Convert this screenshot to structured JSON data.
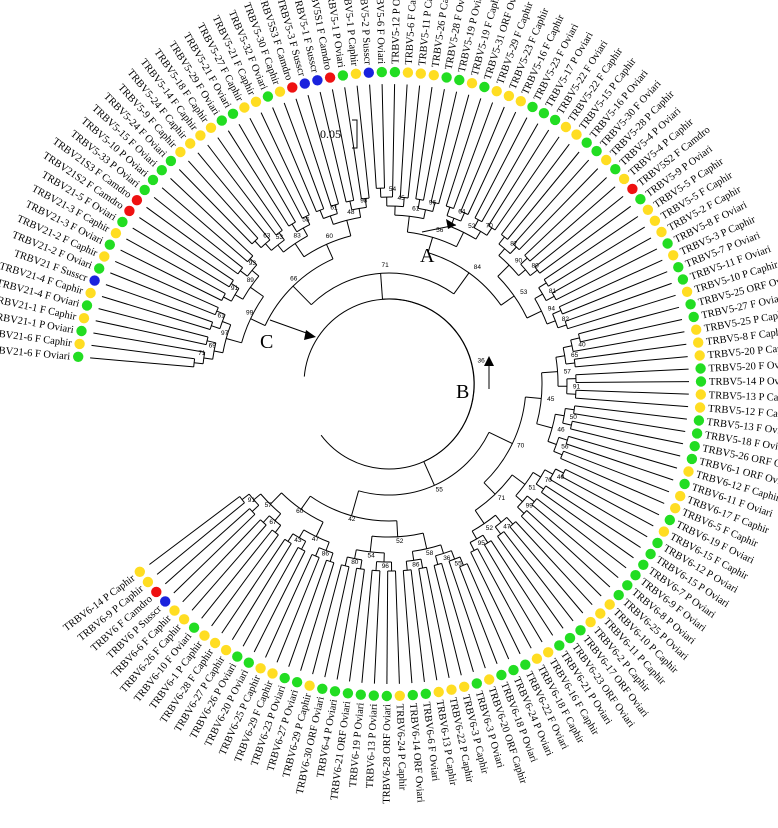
{
  "colors": {
    "Oviari": "#22dd22",
    "Caphir": "#ffdd22",
    "Susscr": "#1a22dd",
    "Camdro": "#ee1111",
    "branch": "#000000"
  },
  "scale_bar": {
    "label": "0.05"
  },
  "clade_labels": [
    "A",
    "B",
    "C"
  ],
  "leaves": [
    {
      "label": "TRBV21-6 F Oviari",
      "sp": "Oviari"
    },
    {
      "label": "TRBV21-6 F Caphir",
      "sp": "Caphir"
    },
    {
      "label": "TRBV21-1 P Oviari",
      "sp": "Oviari"
    },
    {
      "label": "TRBV21-1 F Caphir",
      "sp": "Caphir"
    },
    {
      "label": "TRBV21-4 F Oviari",
      "sp": "Oviari"
    },
    {
      "label": "TRBV21-4 F Caphir",
      "sp": "Caphir"
    },
    {
      "label": "TRBV21 F Susscr",
      "sp": "Susscr"
    },
    {
      "label": "TRBV21-2 F Oviari",
      "sp": "Oviari"
    },
    {
      "label": "TRBV21-2 F Caphir",
      "sp": "Caphir"
    },
    {
      "label": "TRBV21-3 F Oviari",
      "sp": "Oviari"
    },
    {
      "label": "TRBV21-3 F Caphir",
      "sp": "Caphir"
    },
    {
      "label": "TRBV21-5 F Oviari",
      "sp": "Oviari"
    },
    {
      "label": "TRBV21S2 F Camdro",
      "sp": "Camdro"
    },
    {
      "label": "TRBV21S3 F Camdro",
      "sp": "Camdro"
    },
    {
      "label": "TRBV5-33 P Oviari",
      "sp": "Oviari"
    },
    {
      "label": "TRBV5-10 P Oviari",
      "sp": "Oviari"
    },
    {
      "label": "TRBV5-15 F Oviari",
      "sp": "Oviari"
    },
    {
      "label": "TRBV5-24 F Oviari",
      "sp": "Oviari"
    },
    {
      "label": "TRBV5-9 F Caphir",
      "sp": "Caphir"
    },
    {
      "label": "TRBV5-24 F Caphir",
      "sp": "Caphir"
    },
    {
      "label": "TRBV5-14 F Caphir",
      "sp": "Caphir"
    },
    {
      "label": "TRBV5-18 F Caphir",
      "sp": "Caphir"
    },
    {
      "label": "TRBV5-29 F Oviari",
      "sp": "Oviari"
    },
    {
      "label": "TRBV5-21 F Oviari",
      "sp": "Oviari"
    },
    {
      "label": "TRBV5-27 F Caphir",
      "sp": "Caphir"
    },
    {
      "label": "TRBV5-21 F Caphir",
      "sp": "Caphir"
    },
    {
      "label": "TRBV5-32 F Oviari",
      "sp": "Oviari"
    },
    {
      "label": "TRBV5-30 F Caphir",
      "sp": "Caphir"
    },
    {
      "label": "TRBV5S3 F Camdro",
      "sp": "Camdro"
    },
    {
      "label": "TRBV5-3 F Susscr",
      "sp": "Susscr"
    },
    {
      "label": "TRBV5-1 F Susscr",
      "sp": "Susscr"
    },
    {
      "label": "TRBV5S1 F Camdro",
      "sp": "Camdro"
    },
    {
      "label": "TRBV5-1 P Oviari",
      "sp": "Oviari"
    },
    {
      "label": "TRBV5-1 P Caphir",
      "sp": "Caphir"
    },
    {
      "label": "TRBV5-2 P Susscr",
      "sp": "Susscr"
    },
    {
      "label": "TRBV5-6 F Oviari",
      "sp": "Oviari"
    },
    {
      "label": "TRBV5-12 P Oviari",
      "sp": "Oviari"
    },
    {
      "label": "TRBV5-6 F Caphir",
      "sp": "Caphir"
    },
    {
      "label": "TRBV5-11 P Caphir",
      "sp": "Caphir"
    },
    {
      "label": "TRBV5-26 P Caphir",
      "sp": "Caphir"
    },
    {
      "label": "TRBV5-28 F Oviari",
      "sp": "Oviari"
    },
    {
      "label": "TRBV5-19 P Oviari",
      "sp": "Oviari"
    },
    {
      "label": "TRBV5-19 F Caphir",
      "sp": "Caphir"
    },
    {
      "label": "TRBV5-31 ORF Oviari",
      "sp": "Oviari"
    },
    {
      "label": "TRBV5-29 F Caphir",
      "sp": "Caphir"
    },
    {
      "label": "TRBV5-23 F Caphir",
      "sp": "Caphir"
    },
    {
      "label": "TRBV5-16 F Caphir",
      "sp": "Caphir"
    },
    {
      "label": "TRBV5-23 F Oviari",
      "sp": "Oviari"
    },
    {
      "label": "TRBV5-17 P Oviari",
      "sp": "Oviari"
    },
    {
      "label": "TRBV5-22 F Oviari",
      "sp": "Oviari"
    },
    {
      "label": "TRBV5-22 F Caphir",
      "sp": "Caphir"
    },
    {
      "label": "TRBV5-15 P Caphir",
      "sp": "Caphir"
    },
    {
      "label": "TRBV5-16 P Oviari",
      "sp": "Oviari"
    },
    {
      "label": "TRBV5-30 F Oviari",
      "sp": "Oviari"
    },
    {
      "label": "TRBV5-28 P Caphir",
      "sp": "Caphir"
    },
    {
      "label": "TRBV5-4 P Oviari",
      "sp": "Oviari"
    },
    {
      "label": "TRBV5-4 P Caphir",
      "sp": "Caphir"
    },
    {
      "label": "TRBV5S2 F Camdro",
      "sp": "Camdro"
    },
    {
      "label": "TRBV5-9 P Oviari",
      "sp": "Oviari"
    },
    {
      "label": "TRBV5-5 P Caphir",
      "sp": "Caphir"
    },
    {
      "label": "TRBV5-5 F Caphir",
      "sp": "Caphir"
    },
    {
      "label": "TRBV5-2 F Caphir",
      "sp": "Caphir"
    },
    {
      "label": "TRBV5-8 F Oviari",
      "sp": "Oviari"
    },
    {
      "label": "TRBV5-3 P Caphir",
      "sp": "Caphir"
    },
    {
      "label": "TRBV5-7 P Oviari",
      "sp": "Oviari"
    },
    {
      "label": "TRBV5-11 F Oviari",
      "sp": "Oviari"
    },
    {
      "label": "TRBV5-10 P Caphir",
      "sp": "Caphir"
    },
    {
      "label": "TRBV5-25 ORF Oviari",
      "sp": "Oviari"
    },
    {
      "label": "TRBV5-27 F Oviari",
      "sp": "Oviari"
    },
    {
      "label": "TRBV5-25 P Caphir",
      "sp": "Caphir"
    },
    {
      "label": "TRBV5-8 F Caphir",
      "sp": "Caphir"
    },
    {
      "label": "TRBV5-20 P Caphir",
      "sp": "Caphir"
    },
    {
      "label": "TRBV5-20 F Oviari",
      "sp": "Oviari"
    },
    {
      "label": "TRBV5-14 P Oviari",
      "sp": "Oviari"
    },
    {
      "label": "TRBV5-13 P Caphir",
      "sp": "Caphir"
    },
    {
      "label": "TRBV5-12 F Caphir",
      "sp": "Caphir"
    },
    {
      "label": "TRBV5-13 F Oviari",
      "sp": "Oviari"
    },
    {
      "label": "TRBV5-18 F Oviari",
      "sp": "Oviari"
    },
    {
      "label": "TRBV5-26 ORF Oviari",
      "sp": "Oviari"
    },
    {
      "label": "TRBV6-1 ORF Oviari",
      "sp": "Oviari"
    },
    {
      "label": "TRBV6-12 F Caphir",
      "sp": "Caphir"
    },
    {
      "label": "TRBV6-11 F Oviari",
      "sp": "Oviari"
    },
    {
      "label": "TRBV6-17 F Caphir",
      "sp": "Caphir"
    },
    {
      "label": "TRBV6-5 F Caphir",
      "sp": "Caphir"
    },
    {
      "label": "TRBV6-19 F Oviari",
      "sp": "Oviari"
    },
    {
      "label": "TRBV6-15 F Caphir",
      "sp": "Caphir"
    },
    {
      "label": "TRBV6-12 P Oviari",
      "sp": "Oviari"
    },
    {
      "label": "TRBV6-15 P Oviari",
      "sp": "Oviari"
    },
    {
      "label": "TRBV6-7 P Oviari",
      "sp": "Oviari"
    },
    {
      "label": "TRBV6-9 F Oviari",
      "sp": "Oviari"
    },
    {
      "label": "TRBV6-8 P Oviari",
      "sp": "Oviari"
    },
    {
      "label": "TRBV6-25 P Oviari",
      "sp": "Oviari"
    },
    {
      "label": "TRBV6-10 P Caphir",
      "sp": "Caphir"
    },
    {
      "label": "TRBV6-11 P Caphir",
      "sp": "Caphir"
    },
    {
      "label": "TRBV6-2 P Caphir",
      "sp": "Caphir"
    },
    {
      "label": "TRBV6-17 ORF Oviari",
      "sp": "Oviari"
    },
    {
      "label": "TRBV6-23 ORF Oviari",
      "sp": "Oviari"
    },
    {
      "label": "TRBV6-21 P Oviari",
      "sp": "Oviari"
    },
    {
      "label": "TRBV6-16 F Caphir",
      "sp": "Caphir"
    },
    {
      "label": "TRBV6-18 F Caphir",
      "sp": "Caphir"
    },
    {
      "label": "TRBV6-22 F Oviari",
      "sp": "Oviari"
    },
    {
      "label": "TRBV6-24 P Oviari",
      "sp": "Oviari"
    },
    {
      "label": "TRBV6-18 P Oviari",
      "sp": "Oviari"
    },
    {
      "label": "TRBV6-20 ORF Caphir",
      "sp": "Caphir"
    },
    {
      "label": "TRBV6-3 P Oviari",
      "sp": "Oviari"
    },
    {
      "label": "TRBV6-3 P Caphir",
      "sp": "Caphir"
    },
    {
      "label": "TRBV6-22 P Caphir",
      "sp": "Caphir"
    },
    {
      "label": "TRBV6-13 P Caphir",
      "sp": "Caphir"
    },
    {
      "label": "TRBV6-6 F Oviari",
      "sp": "Oviari"
    },
    {
      "label": "TRBV6-14 ORF Oviari",
      "sp": "Oviari"
    },
    {
      "label": "TRBV6-24 P Caphir",
      "sp": "Caphir"
    },
    {
      "label": "TRBV6-28 ORF Oviari",
      "sp": "Oviari"
    },
    {
      "label": "TRBV6-13 P Oviari",
      "sp": "Oviari"
    },
    {
      "label": "TRBV6-19 P Oviari",
      "sp": "Oviari"
    },
    {
      "label": "TRBV6-21 ORF Oviari",
      "sp": "Oviari"
    },
    {
      "label": "TRBV6-4 P Oviari",
      "sp": "Oviari"
    },
    {
      "label": "TRBV6-30 ORF Oviari",
      "sp": "Oviari"
    },
    {
      "label": "TRBV6-29 P Caphir",
      "sp": "Caphir"
    },
    {
      "label": "TRBV6-27 P Oviari",
      "sp": "Oviari"
    },
    {
      "label": "TRBV6-23 P Oviari",
      "sp": "Oviari"
    },
    {
      "label": "TRBV6-29 F Caphir",
      "sp": "Caphir"
    },
    {
      "label": "TRBV6-25 P Caphir",
      "sp": "Caphir"
    },
    {
      "label": "TRBV6-20 P Oviari",
      "sp": "Oviari"
    },
    {
      "label": "TRBV6-26 P Oviari",
      "sp": "Oviari"
    },
    {
      "label": "TRBV6-27 P Caphir",
      "sp": "Caphir"
    },
    {
      "label": "TRBV6-28 F Caphir",
      "sp": "Caphir"
    },
    {
      "label": "TRBV6-1 P Caphir",
      "sp": "Caphir"
    },
    {
      "label": "TRBV6-10 F Oviari",
      "sp": "Oviari"
    },
    {
      "label": "TRBV6-26 F Caphir",
      "sp": "Caphir"
    },
    {
      "label": "TRBV6-6 F Caphir",
      "sp": "Caphir"
    },
    {
      "label": "TRBV6 P Susscr",
      "sp": "Susscr"
    },
    {
      "label": "TRBV6 F Camdro",
      "sp": "Camdro"
    },
    {
      "label": "TRBV6-9 P Caphir",
      "sp": "Caphir"
    },
    {
      "label": "TRBV6-14 P Caphir",
      "sp": "Caphir"
    }
  ],
  "support_values": [
    "71",
    "69",
    "61",
    "97",
    "91",
    "93",
    "89",
    "99",
    "63",
    "53",
    "55",
    "83",
    "61",
    "98",
    "48",
    "60",
    "66",
    "54",
    "45",
    "96",
    "61",
    "64",
    "70",
    "52",
    "56",
    "87",
    "80",
    "90",
    "81",
    "82",
    "94",
    "53",
    "84",
    "71",
    "40",
    "65",
    "91",
    "57",
    "50",
    "56",
    "46",
    "45",
    "40",
    "70",
    "99",
    "51",
    "47",
    "95",
    "52",
    "71",
    "70",
    "55",
    "36",
    "86",
    "58",
    "96",
    "80",
    "54",
    "52",
    "86",
    "43",
    "47",
    "67",
    "91",
    "57",
    "60",
    "42",
    "55",
    "36",
    "77",
    "82"
  ]
}
